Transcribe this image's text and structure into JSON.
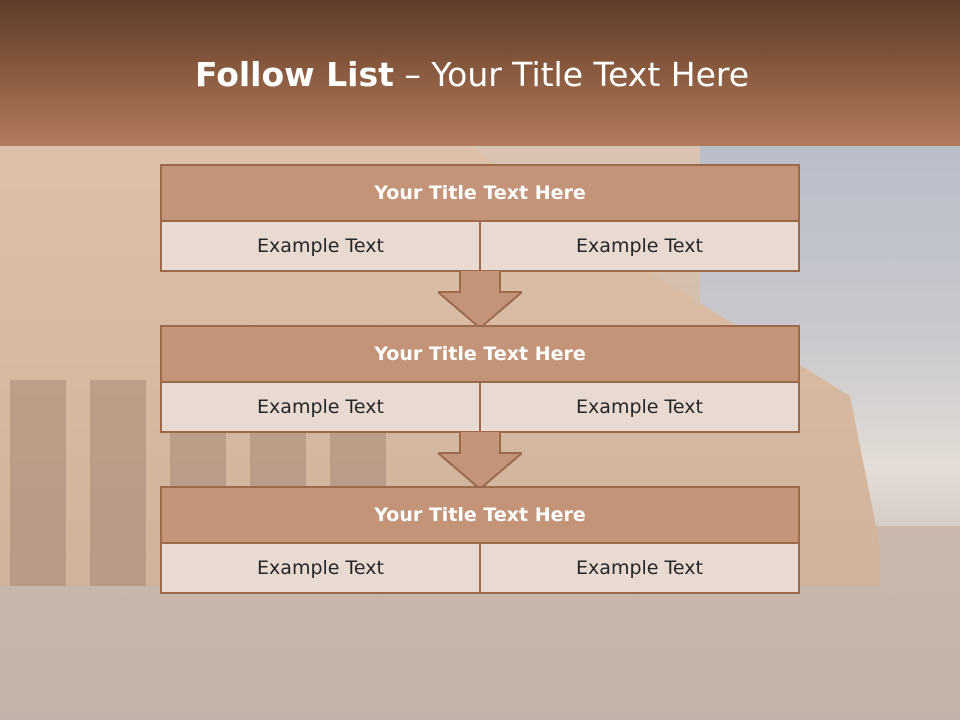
{
  "slide": {
    "title_bold": "Follow List",
    "title_rest": " – Your Title Text Here"
  },
  "flow": [
    {
      "title": "Your Title Text Here",
      "left": "Example Text",
      "right": "Example Text"
    },
    {
      "title": "Your Title Text Here",
      "left": "Example Text",
      "right": "Example Text"
    },
    {
      "title": "Your Title Text Here",
      "left": "Example Text",
      "right": "Example Text"
    }
  ],
  "colors": {
    "header": "#7d5138",
    "box_head": "#c39478",
    "box_cell": "#e8d9d1",
    "border": "#9b6a4b",
    "arrow": "#c39478"
  }
}
